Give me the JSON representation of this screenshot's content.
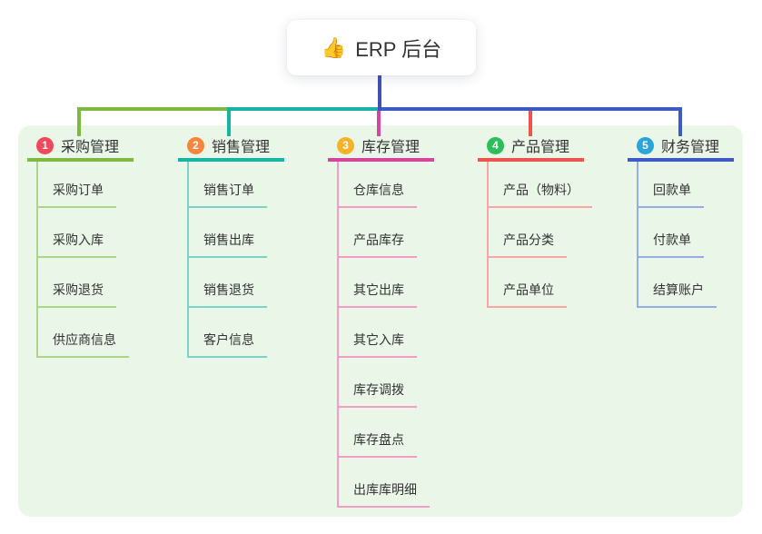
{
  "root": {
    "icon": "thumbs-up-icon",
    "icon_char": "👍",
    "label": "ERP 后台"
  },
  "colors": {
    "panel_background": "#EAF6E8",
    "root_connector": "#4150B5",
    "text": "#333333"
  },
  "branches": [
    {
      "number": "1",
      "label": "采购管理",
      "badge_color": "#F0495C",
      "color": "#7CB93E",
      "light_color": "#ABD687",
      "children": [
        "采购订单",
        "采购入库",
        "采购退货",
        "供应商信息"
      ]
    },
    {
      "number": "2",
      "label": "销售管理",
      "badge_color": "#F6863E",
      "color": "#17B3A3",
      "light_color": "#7BD2C8",
      "children": [
        "销售订单",
        "销售出库",
        "销售退货",
        "客户信息"
      ]
    },
    {
      "number": "3",
      "label": "库存管理",
      "badge_color": "#F7B227",
      "color": "#D9439F",
      "light_color": "#F49CC8",
      "children": [
        "仓库信息",
        "产品库存",
        "其它出库",
        "其它入库",
        "库存调拨",
        "库存盘点",
        "出库库明细"
      ]
    },
    {
      "number": "4",
      "label": "产品管理",
      "badge_color": "#2DBD59",
      "color": "#F0534E",
      "light_color": "#F8A6A2",
      "children": [
        "产品（物料）",
        "产品分类",
        "产品单位"
      ]
    },
    {
      "number": "5",
      "label": "财务管理",
      "badge_color": "#2AA4DC",
      "color": "#3C5BC8",
      "light_color": "#97ABE4",
      "children": [
        "回款单",
        "付款单",
        "结算账户"
      ]
    }
  ]
}
